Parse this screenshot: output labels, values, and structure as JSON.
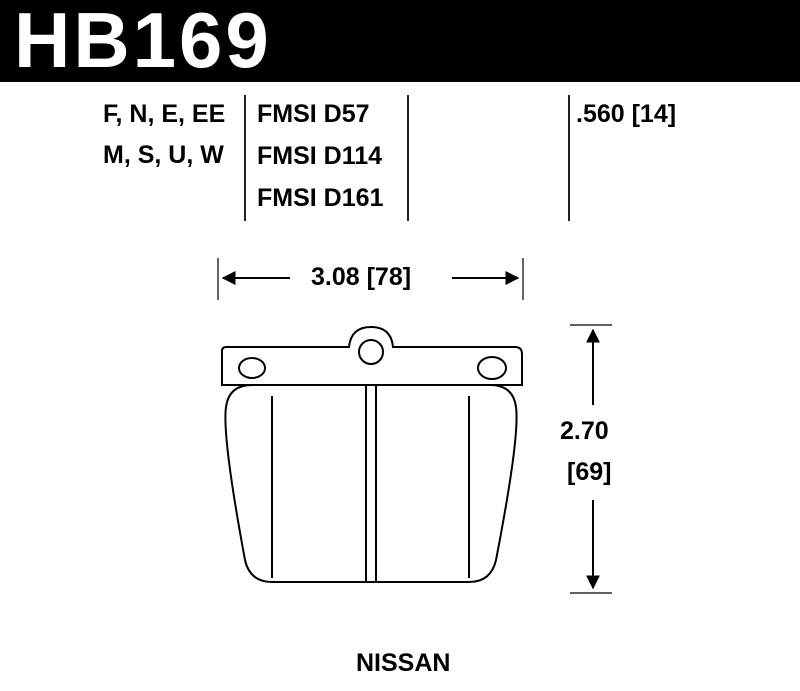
{
  "title": "HB169",
  "compounds": {
    "line1": "F, N, E, EE",
    "line2": "M, S, U, W"
  },
  "fmsi": [
    "FMSI D57",
    "FMSI D114",
    "FMSI D161"
  ],
  "thickness": ".560 [14]",
  "width_dimension": "3.08 [78]",
  "height_dimension": {
    "inches": "2.70",
    "mm": "[69]"
  },
  "make": "NISSAN"
}
